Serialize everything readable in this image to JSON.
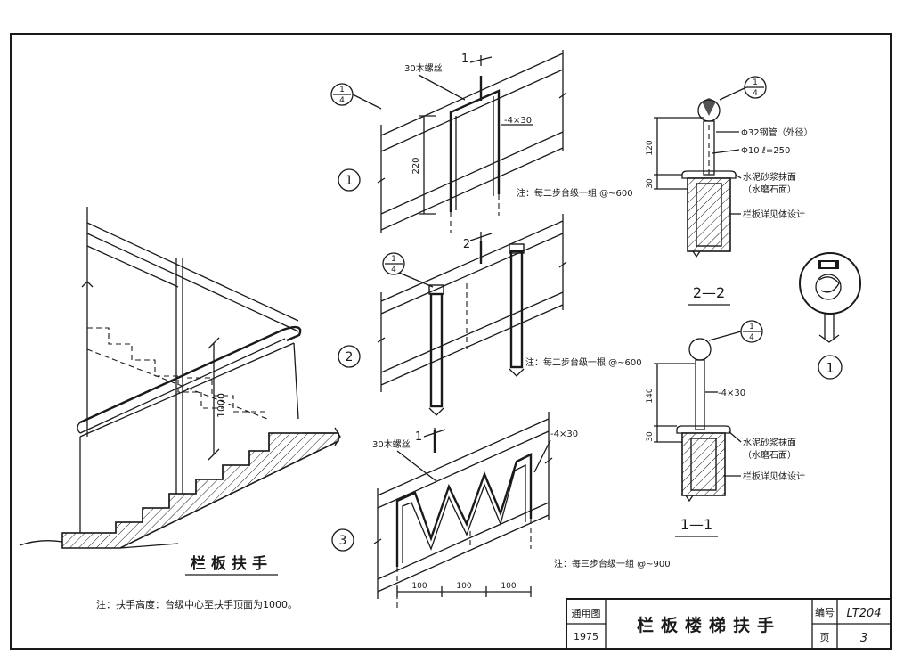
{
  "main_view": {
    "title": "栏板扶手",
    "note": "注：扶手高度：台级中心至扶手顶面为1000。",
    "height_dim": "1000"
  },
  "detail_1": {
    "label": "1",
    "ref_num": "1",
    "ref_den": "4",
    "section_mark": "1",
    "bolt_label": "30木螺丝",
    "flat_bar": "-4×30",
    "dim": "220",
    "note": "注：每二步台级一组 @~600"
  },
  "detail_2": {
    "label": "2",
    "ref_num": "1",
    "ref_den": "4",
    "section_mark": "2",
    "note": "注：每二步台级一根 @~600"
  },
  "detail_3": {
    "label": "3",
    "section_mark": "1",
    "bolt_label": "30木螺丝",
    "flat_bar": "-4×30",
    "dims": [
      "100",
      "100",
      "100"
    ],
    "note": "注：每三步台级一组 @~900"
  },
  "section_22": {
    "title": "2—2",
    "ref_num": "1",
    "ref_den": "4",
    "pipe": "Φ32钢管（外径）",
    "rod": "Φ10 ℓ=250",
    "finish": "水泥砂浆抹面",
    "finish_alt": "（水磨石面）",
    "design": "栏板详见体设计",
    "dim_top": "120",
    "dim_bottom": "30"
  },
  "section_11": {
    "title": "1—1",
    "ref_num": "1",
    "ref_den": "4",
    "flat_bar": "-4×30",
    "finish": "水泥砂浆抹面",
    "finish_alt": "（水磨石面）",
    "design": "栏板详见体设计",
    "dim_top": "140",
    "dim_bottom": "30"
  },
  "node_detail": {
    "label": "1"
  },
  "title_block": {
    "std_label": "通用图",
    "year": "1975",
    "title": "栏板楼梯扶手",
    "code_label": "编号",
    "code": "LT204",
    "page_label": "页",
    "page": "3"
  }
}
